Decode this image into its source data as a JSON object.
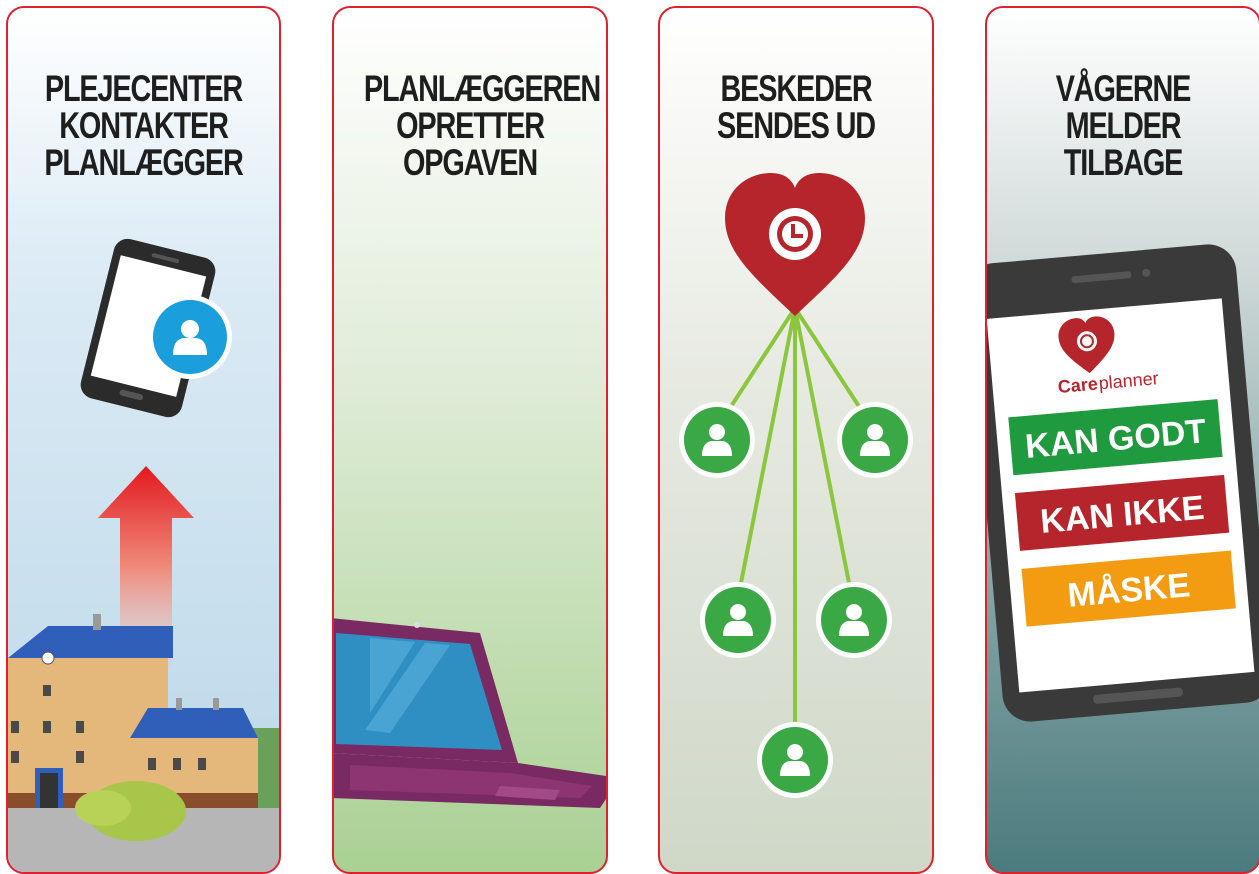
{
  "panels": [
    {
      "title": [
        "PLEJECENTER",
        "KONTAKTER",
        "PLANLÆGGER"
      ]
    },
    {
      "title": [
        "PLANLÆGGEREN",
        "OPRETTER",
        "OPGAVEN"
      ]
    },
    {
      "title": [
        "BESKEDER",
        "SENDES UD"
      ]
    },
    {
      "title": [
        "VÅGERNE",
        "MELDER TILBAGE"
      ]
    }
  ],
  "app": {
    "brand_bold": "Care",
    "brand_light": "planner",
    "buttons": [
      {
        "label": "KAN GODT",
        "color": "#1f9a3e"
      },
      {
        "label": "KAN IKKE",
        "color": "#b5252b"
      },
      {
        "label": "MÅSKE",
        "color": "#f39c12"
      }
    ]
  },
  "colors": {
    "border": "#e0202c",
    "heart": "#b5252b",
    "person_green": "#3aa845",
    "person_blue": "#1a9fdc"
  },
  "icons": [
    "smartphone-icon",
    "person-icon",
    "arrow-up-icon",
    "building-icon",
    "laptop-icon",
    "heart-clock-icon",
    "phone-app-icon"
  ]
}
